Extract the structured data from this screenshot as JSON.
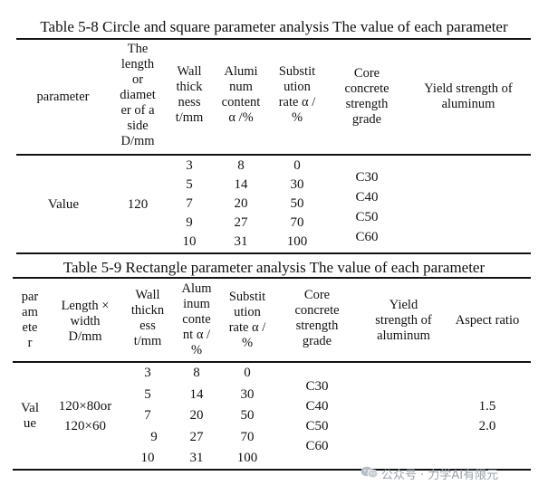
{
  "table1": {
    "caption": "Table 5-8 Circle and square parameter analysis The value of each parameter",
    "headers": {
      "parameter": "parameter",
      "length": "The\nlength\nor\ndiamet\ner of a\nside\nD/mm",
      "wall": "Wall\nthick\nness\nt/mm",
      "alum": "Alumi\nnum\ncontent\nα /%",
      "subst": "Substit\nution\nrate α /\n%",
      "core": "Core\nconcrete\nstrength\ngrade",
      "yield": "Yield strength of\naluminum"
    },
    "row_label": "Value",
    "length_value": "120",
    "wall_values": [
      "3",
      "5",
      "7",
      "9",
      "10"
    ],
    "alum_values": [
      "8",
      "14",
      "20",
      "27",
      "31"
    ],
    "subst_values": [
      "0",
      "30",
      "50",
      "70",
      "100"
    ],
    "grade_values": [
      "C30",
      "C40",
      "C50",
      "C60"
    ]
  },
  "table2": {
    "caption": "Table 5-9 Rectangle parameter analysis The value of each parameter",
    "headers": {
      "parameter": "par\nam\nete\nr",
      "length": "Length ×\nwidth\nD/mm",
      "wall": "Wall\nthickn\ness\nt/mm",
      "alum": "Alum\ninum\nconte\nnt α /\n%",
      "subst": "Substit\nution\nrate α /\n%",
      "core": "Core\nconcrete\nstrength\ngrade",
      "yield": "Yield\nstrength of\naluminum",
      "aspect": "Aspect ratio"
    },
    "row_label": "Val\nue",
    "length_values": [
      "120×80or",
      "120×60"
    ],
    "wall_values": [
      "3",
      "5",
      "7",
      "9",
      "10"
    ],
    "alum_values": [
      "8",
      "14",
      "20",
      "27",
      "31"
    ],
    "subst_values": [
      "0",
      "30",
      "50",
      "70",
      "100"
    ],
    "grade_values": [
      "C30",
      "C40",
      "C50",
      "C60"
    ],
    "aspect_values": [
      "1.5",
      "2.0"
    ]
  },
  "watermark": {
    "text": "公众号 · 力学AI有限元",
    "icon": "wechat-icon"
  }
}
